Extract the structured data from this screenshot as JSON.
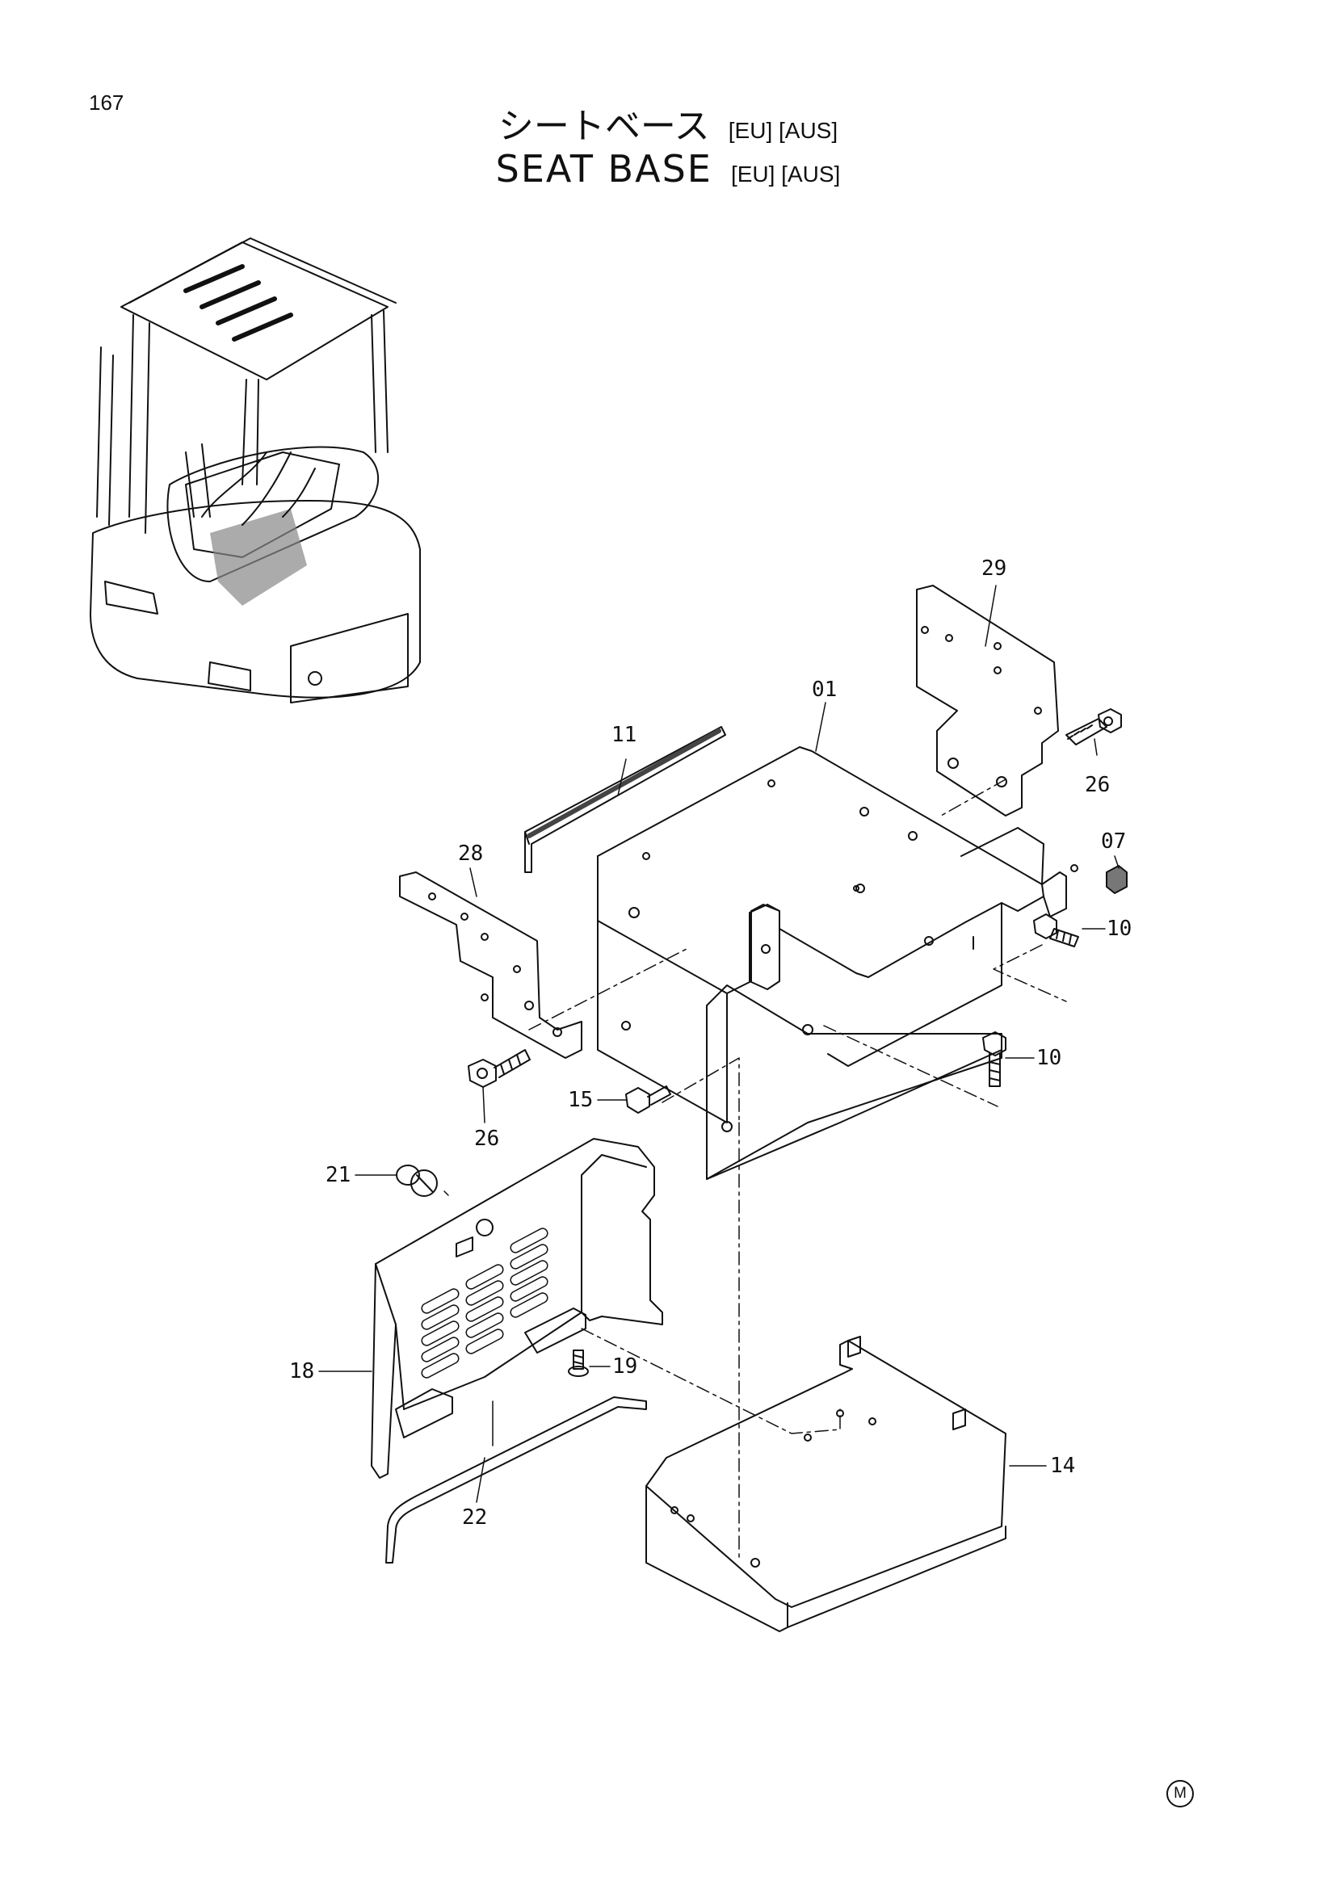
{
  "page": {
    "number": "167",
    "mark": "M"
  },
  "title": {
    "jp": "シートベース",
    "en": "SEAT  BASE",
    "region_tag": "[EU] [AUS]"
  },
  "callouts": [
    {
      "id": "29",
      "part": "bracket-right"
    },
    {
      "id": "01",
      "part": "seat-base-frame"
    },
    {
      "id": "11",
      "part": "seal-strip"
    },
    {
      "id": "26",
      "part": "bolt"
    },
    {
      "id": "07",
      "part": "cushion"
    },
    {
      "id": "28",
      "part": "bracket-left"
    },
    {
      "id": "10",
      "part": "bolt"
    },
    {
      "id": "10",
      "part": "bolt"
    },
    {
      "id": "26",
      "part": "bolt"
    },
    {
      "id": "15",
      "part": "bolt"
    },
    {
      "id": "21",
      "part": "knob"
    },
    {
      "id": "19",
      "part": "screw"
    },
    {
      "id": "18",
      "part": "cover"
    },
    {
      "id": "22",
      "part": "seal"
    },
    {
      "id": "14",
      "part": "tray"
    }
  ]
}
